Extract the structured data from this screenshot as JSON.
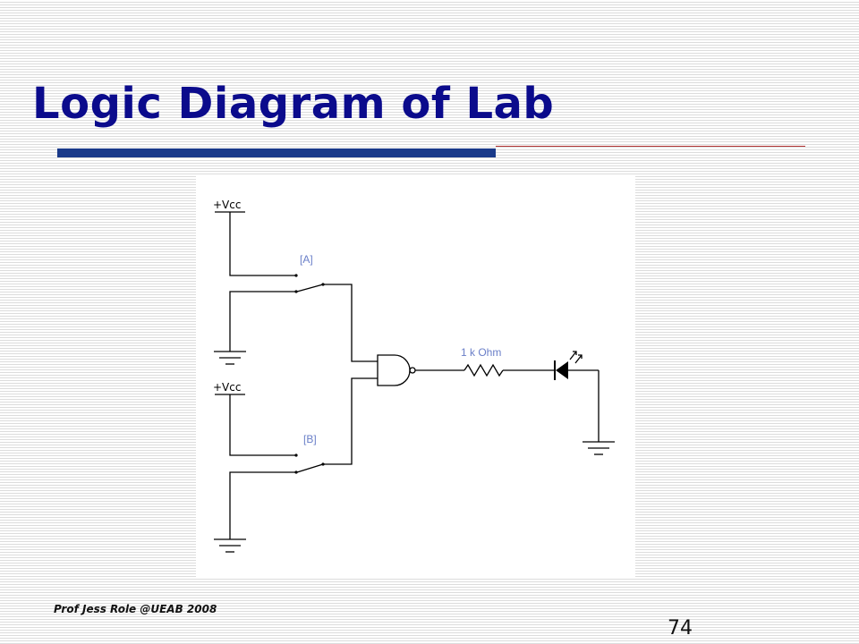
{
  "slide": {
    "title": "Logic Diagram of Lab",
    "footer": "Prof Jess Role @UEAB 2008",
    "page_number": "74"
  },
  "diagram": {
    "supply_label_top": "+Vcc",
    "supply_label_bottom": "+Vcc",
    "switch_a_label": "[A]",
    "switch_b_label": "[B]",
    "resistor_label": "1 k Ohm"
  },
  "colors": {
    "title": "#0b0b8c",
    "title_bar": "#1a3a8a",
    "title_rule": "#b03030",
    "component_label": "#6a7fc8"
  }
}
